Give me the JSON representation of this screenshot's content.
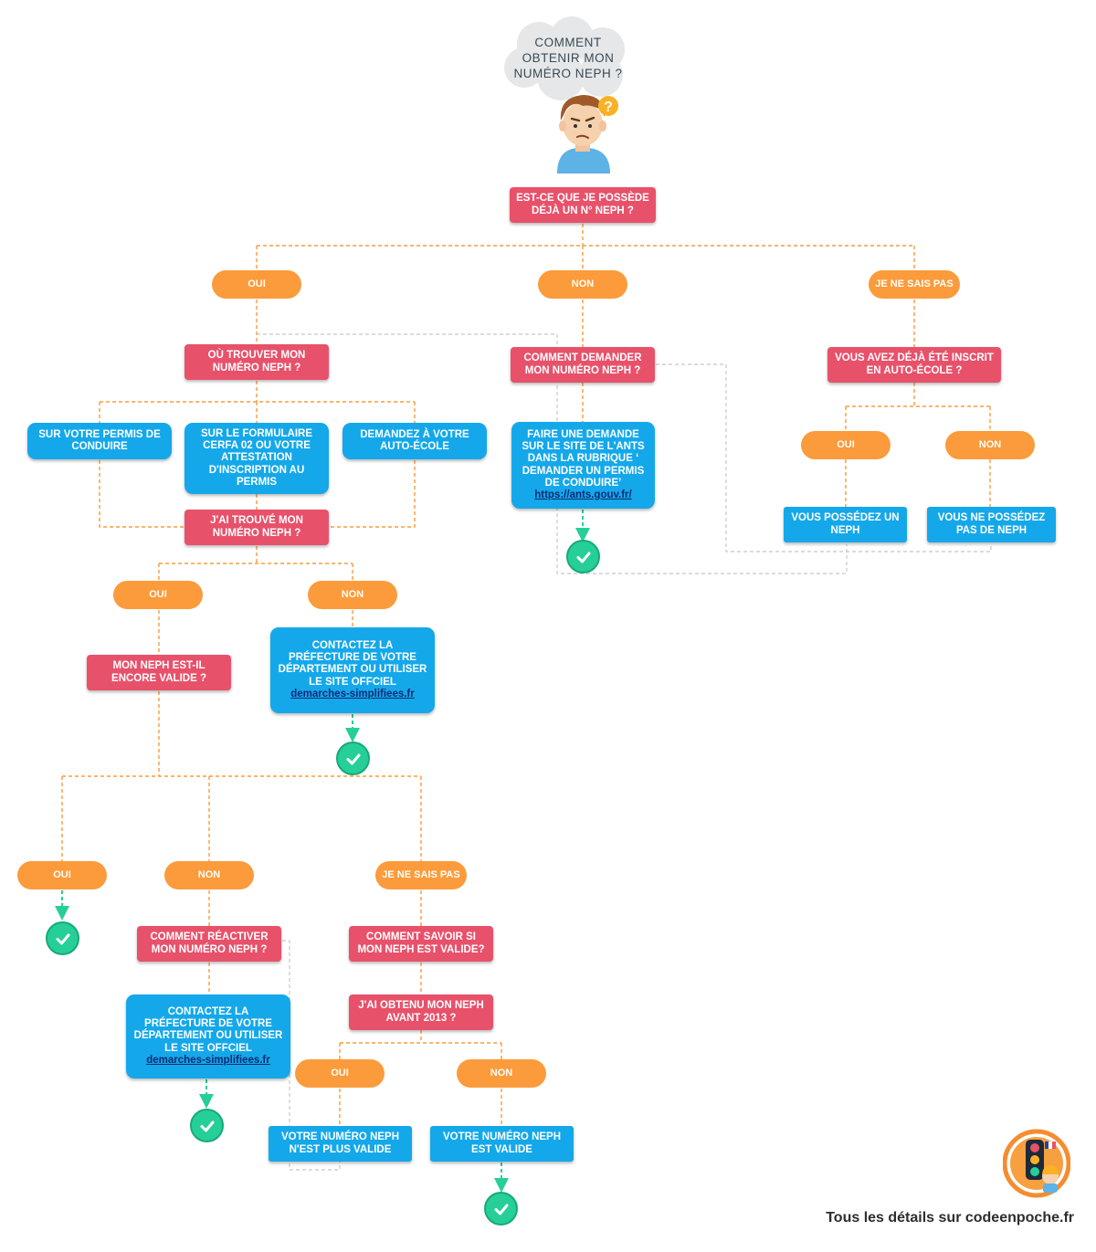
{
  "cloud": {
    "line1": "COMMENT",
    "line2": "OBTENIR MON",
    "line3": "NUMÉRO NEPH ?"
  },
  "colors": {
    "question": "#e8516a",
    "answer": "#fb9b3b",
    "info": "#14a8ea",
    "check": "#26cf98",
    "connector": "#fb9b3b",
    "connector_gray": "#c7c7c7"
  },
  "icons": {
    "person": "confused-person-icon",
    "question_mark": "question-mark-icon",
    "check": "check-circle-icon",
    "logo": "traffic-light-logo-icon"
  },
  "nodes": {
    "q_root": "EST-CE QUE JE POSSÈDE DÉJÀ UN N° NEPH ?",
    "a_oui_1": "OUI",
    "a_non_1": "NON",
    "a_jnsp_1": "JE NE SAIS PAS",
    "q_ou_trouver": "OÙ TROUVER MON NUMÉRO NEPH ?",
    "q_comment_demander": "COMMENT DEMANDER MON NUMÉRO NEPH ?",
    "q_auto_ecole": "VOUS AVEZ DÉJÀ ÉTÉ INSCRIT EN AUTO-ÉCOLE ?",
    "i_permis": "SUR VOTRE PERMIS DE CONDUIRE",
    "i_formulaire": "SUR LE FORMULAIRE CERFA 02 OU VOTRE ATTESTATION D'INSCRIPTION AU PERMIS",
    "i_demandez": "DEMANDEZ À VOTRE AUTO-ÉCOLE",
    "i_ants_text": "FAIRE UNE DEMANDE SUR LE SITE DE L'ANTS DANS LA RUBRIQUE ‘ DEMANDER UN PERMIS DE CONDUIRE’",
    "i_ants_link": "https://ants.gouv.fr/",
    "a_ae_oui": "OUI",
    "a_ae_non": "NON",
    "i_possedez": "VOUS POSSÉDEZ UN NEPH",
    "i_ne_possedez": "VOUS NE POSSÉDEZ PAS DE NEPH",
    "q_trouve": "J'AI TROUVÉ MON NUMÉRO NEPH ?",
    "a_tr_oui": "OUI",
    "a_tr_non": "NON",
    "q_valide": "MON NEPH EST-IL ENCORE VALIDE ?",
    "i_pref1_text": "CONTACTEZ LA PRÉFECTURE DE VOTRE DÉPARTEMENT OU UTILISER LE SITE OFFCIEL",
    "i_pref1_link": "demarches-simplifiees.fr",
    "a_v_oui": "OUI",
    "a_v_non": "NON",
    "a_v_jnsp": "JE NE SAIS PAS",
    "q_reactiver": "COMMENT RÉACTIVER MON NUMÉRO NEPH ?",
    "q_savoir": "COMMENT SAVOIR SI MON NEPH EST VALIDE?",
    "i_pref2_text": "CONTACTEZ LA PRÉFECTURE DE VOTRE DÉPARTEMENT OU UTILISER LE SITE OFFCIEL",
    "i_pref2_link": "demarches-simplifiees.fr",
    "q_2013": "J'AI OBTENU MON NEPH AVANT 2013 ?",
    "a_13_oui": "OUI",
    "a_13_non": "NON",
    "i_plus_valide": "VOTRE NUMÉRO NEPH N'EST PLUS VALIDE",
    "i_valide": "VOTRE NUMÉRO NEPH EST VALIDE"
  },
  "footer": {
    "text": "Tous les détails sur codeenpoche.fr"
  }
}
